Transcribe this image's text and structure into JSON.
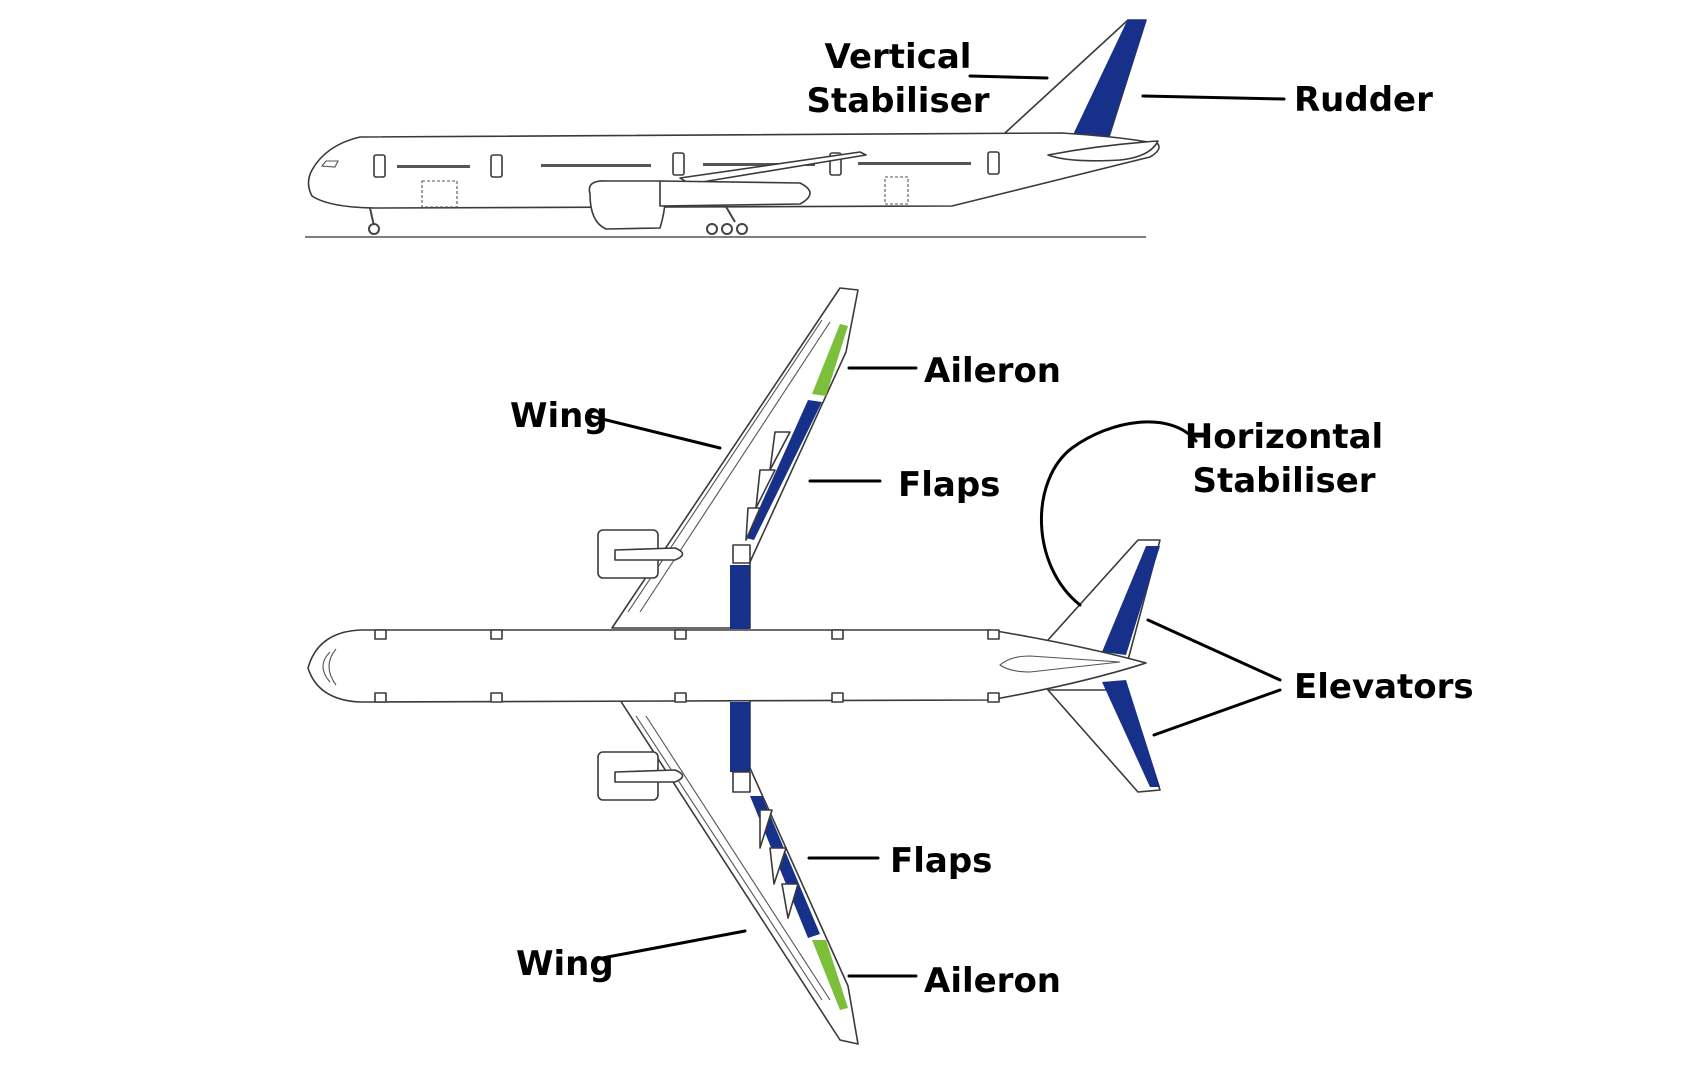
{
  "labels": {
    "vertical_stabiliser_line1": "Vertical",
    "vertical_stabiliser_line2": "Stabiliser",
    "rudder": "Rudder",
    "wing_top": "Wing",
    "aileron_top": "Aileron",
    "flaps_top": "Flaps",
    "horizontal_stabiliser_line1": "Horizontal",
    "horizontal_stabiliser_line2": "Stabiliser",
    "elevators": "Elevators",
    "flaps_bottom": "Flaps",
    "wing_bottom": "Wing",
    "aileron_bottom": "Aileron"
  },
  "colors": {
    "control_surface_blue": "#17318a",
    "aileron_green": "#7bbf3a",
    "outline": "#3a3a3a",
    "background": "#ffffff"
  }
}
